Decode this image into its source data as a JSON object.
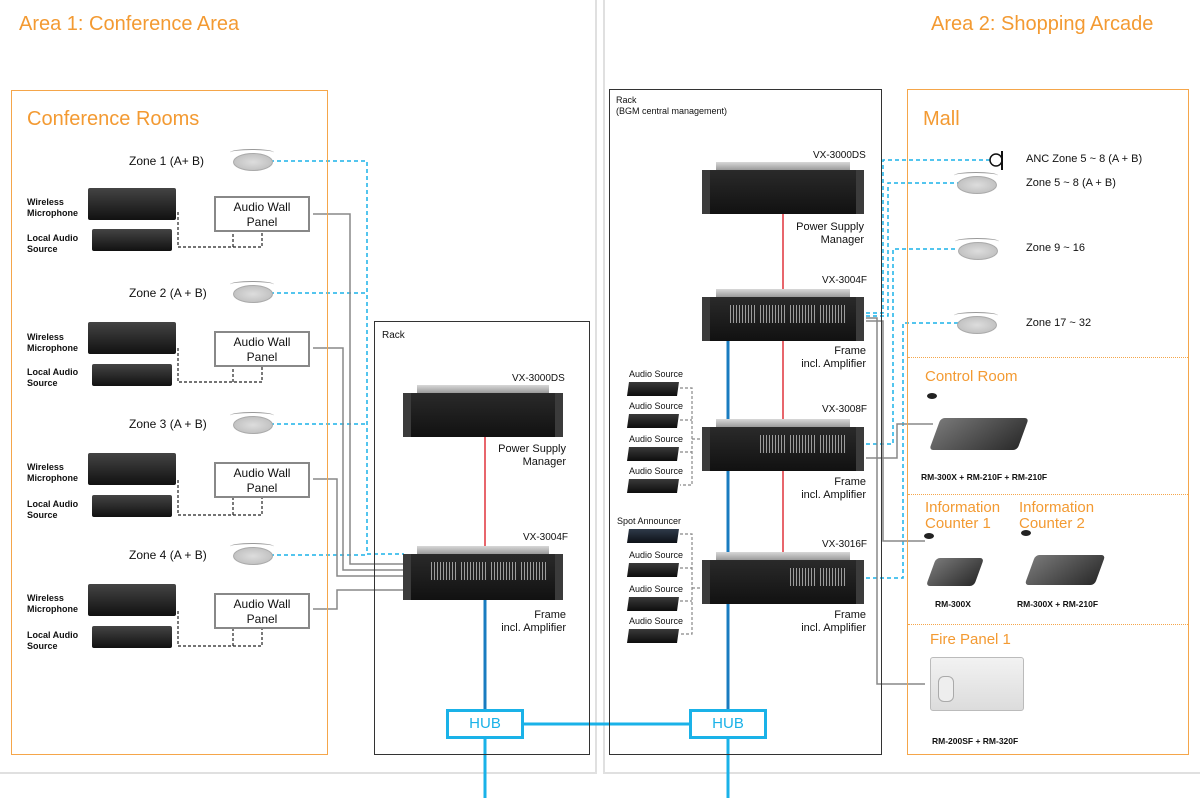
{
  "areas": {
    "area1_title": "Area 1: Conference Area",
    "area2_title": "Area 2: Shopping Arcade"
  },
  "conference": {
    "title": "Conference Rooms",
    "zones": [
      {
        "label": "Zone 1 (A+ B)",
        "wireless": "Wireless\nMicrophone",
        "local": "Local Audio\nSource",
        "panel": "Audio Wall\nPanel"
      },
      {
        "label": "Zone 2 (A + B)",
        "wireless": "Wireless\nMicrophone",
        "local": "Local Audio\nSource",
        "panel": "Audio Wall\nPanel"
      },
      {
        "label": "Zone 3 (A + B)",
        "wireless": "Wireless\nMicrophone",
        "local": "Local Audio\nSource",
        "panel": "Audio Wall\nPanel"
      },
      {
        "label": "Zone 4 (A + B)",
        "wireless": "Wireless\nMicrophone",
        "local": "Local Audio\nSource",
        "panel": "Audio Wall\nPanel"
      }
    ]
  },
  "rack1": {
    "title": "Rack",
    "psu_model": "VX-3000DS",
    "psu_label": "Power Supply\nManager",
    "frame_model": "VX-3004F",
    "frame_label": "Frame\nincl. Amplifier"
  },
  "rack2": {
    "title": "Rack\n(BGM central management)",
    "psu_model": "VX-3000DS",
    "psu_label": "Power Supply\nManager",
    "frames": [
      {
        "model": "VX-3004F",
        "label": "Frame\nincl. Amplifier"
      },
      {
        "model": "VX-3008F",
        "label": "Frame\nincl. Amplifier"
      },
      {
        "model": "VX-3016F",
        "label": "Frame\nincl. Amplifier"
      }
    ],
    "sources_group1": [
      "Audio Source",
      "Audio Source",
      "Audio Source",
      "Audio Source"
    ],
    "sources_group2": [
      "Spot Announcer",
      "Audio Source",
      "Audio Source",
      "Audio Source"
    ]
  },
  "hubs": [
    "HUB",
    "HUB"
  ],
  "mall": {
    "title": "Mall",
    "zones": [
      "ANC Zone 5 ~ 8 (A + B)",
      "Zone 5 ~ 8 (A + B)",
      "Zone 9 ~ 16",
      "Zone 17 ~ 32"
    ]
  },
  "control_room": {
    "title": "Control Room",
    "device": "RM-300X + RM-210F + RM-210F"
  },
  "info1": {
    "title": "Information\nCounter 1",
    "device": "RM-300X"
  },
  "info2": {
    "title": "Information\nCounter 2",
    "device": "RM-300X + RM-210F"
  },
  "fire": {
    "title": "Fire Panel 1",
    "device": "RM-200SF + RM-320F"
  },
  "colors": {
    "accent": "#f39a32",
    "network": "#1ab2e8",
    "power": "#e0333b",
    "audio": "#888888"
  }
}
